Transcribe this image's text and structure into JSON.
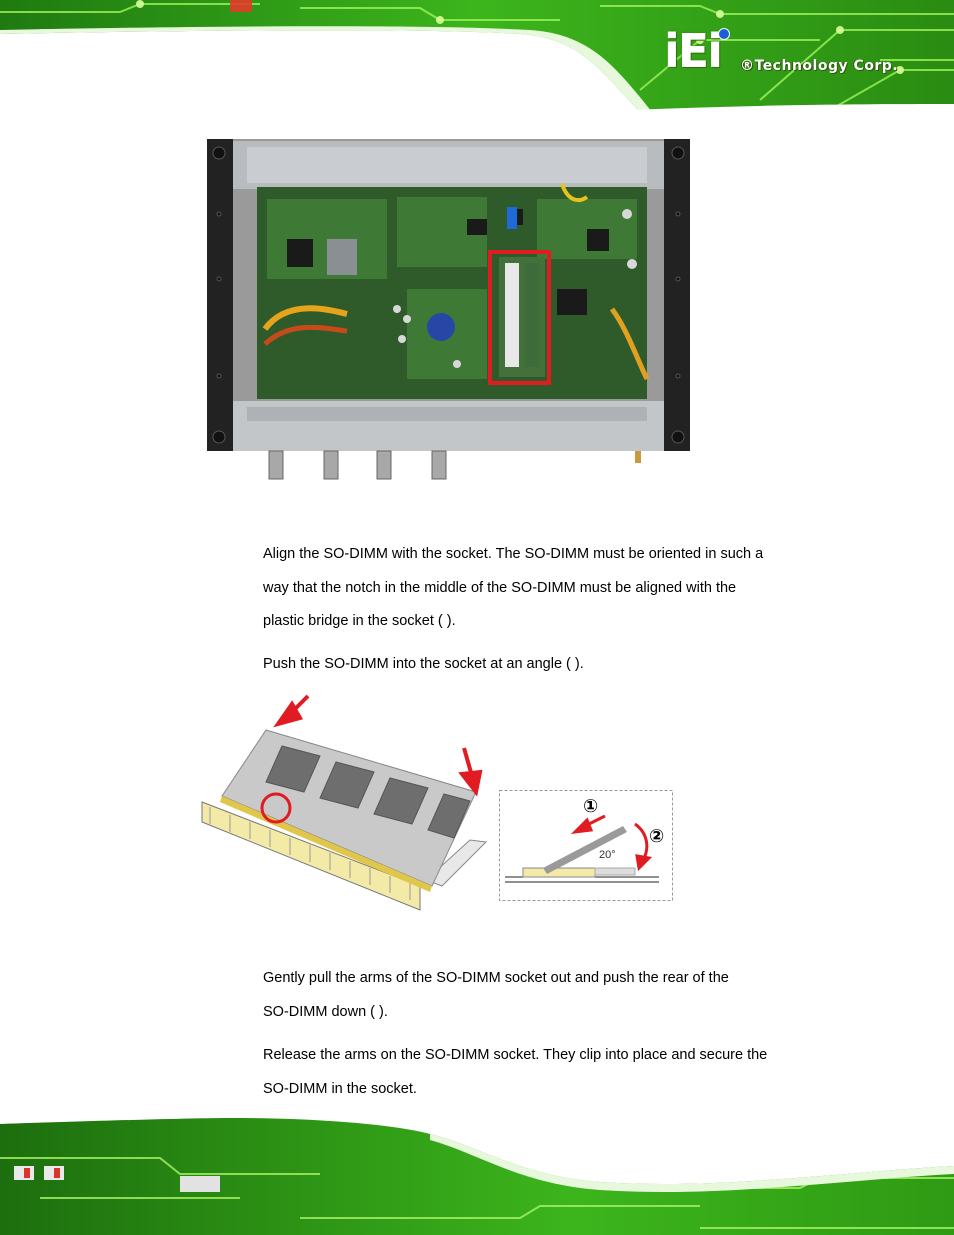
{
  "header": {
    "logo_mark": "iEi",
    "logo_text": "®Technology Corp."
  },
  "body": {
    "step_align_line1": "Align the SO-DIMM with the socket. The SO-DIMM must be oriented in such a",
    "step_align_line2": "way that the notch in the middle of the SO-DIMM must be aligned with the",
    "step_align_line3": "plastic bridge in the socket (                 ).",
    "step_push": "Push the SO-DIMM into the socket at an angle (                 ).",
    "step_pull_line1": "Gently pull the arms of the SO-DIMM socket out and push the rear of the",
    "step_pull_line2": "SO-DIMM down (                 ).",
    "step_release_line1": "Release the arms on the SO-DIMM socket. They clip into place and secure the",
    "step_release_line2": "SO-DIMM in the socket."
  },
  "angle_diagram": {
    "step1": "①",
    "step2": "②",
    "angle": "20°"
  },
  "colors": {
    "pcb_green": "#3fb81a",
    "highlight_red": "#e11b22",
    "slot_yellow": "#f3eaa8",
    "chip_gray": "#6e6e6e"
  }
}
